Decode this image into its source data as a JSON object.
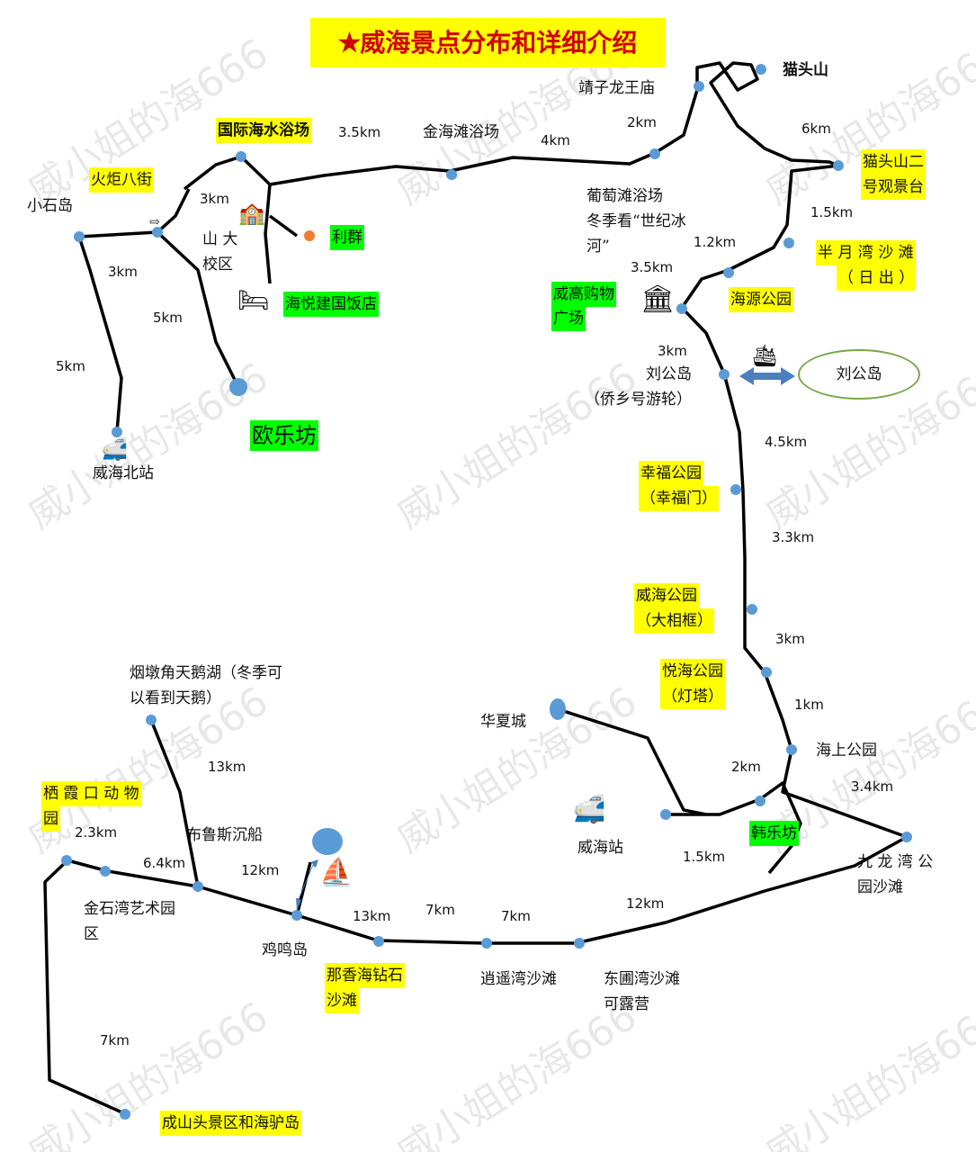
{
  "title": "✭威海景点分布和详细介绍",
  "watermark": "威小姐的海666",
  "colors": {
    "highlight_yellow": "#ffff00",
    "highlight_green": "#00ff00",
    "road": "#000000",
    "marker": "#5b9bd5",
    "marker_orange": "#ed7d31",
    "title_text": "#d00000"
  },
  "labels": [
    "猫头山",
    "靖子龙王庙",
    "2km",
    "6km",
    "猫头山二",
    "号观景台",
    "金海滩浴场",
    "4km",
    "3.5km",
    "国际海水浴场",
    "火炬八街",
    "小石岛",
    "3km",
    "山 大",
    "校区",
    "利群",
    "海悦建国饭店",
    "3km",
    "5km",
    "5km",
    "欧乐坊",
    "威海北站",
    "葡萄滩浴场",
    "冬季看“世纪冰",
    "河”",
    "1.5km",
    "1.2km",
    "3.5km",
    "半 月 湾 沙 滩",
    "（ 日 出 ）",
    "海源公园",
    "威高购物",
    "广场",
    "3km",
    "刘公岛",
    "（侨乡号游轮）",
    "刘公岛",
    "4.5km",
    "幸福公园",
    "（幸福门）",
    "3.3km",
    "威海公园",
    "（大相框）",
    "3km",
    "悦海公园",
    "（灯塔）",
    "1km",
    "海上公园",
    "2km",
    "3.4km",
    "韩乐坊",
    "九 龙 湾 公",
    "园沙滩",
    "1.5km",
    "华夏城",
    "威海站",
    "12km",
    "东圃湾沙滩",
    "可露营",
    "7km",
    "逍遥湾沙滩",
    "7km",
    "13km",
    "那香海钻石",
    "沙滩",
    "鸡鸣岛",
    "12km",
    "布鲁斯沉船",
    "6.4km",
    "2.3km",
    "栖 霞 口 动 物",
    "园",
    "金石湾艺术园",
    "区",
    "13km",
    "烟墩角天鹅湖（冬季可",
    "以看到天鹅）",
    "7km",
    "成山头景区和海驴岛"
  ],
  "icons": [
    "train-icon",
    "train-icon",
    "ferry-icon",
    "boat-icon",
    "hotel-bed-icon",
    "school-icon",
    "shopping-mall-icon",
    "arrow-icon"
  ]
}
